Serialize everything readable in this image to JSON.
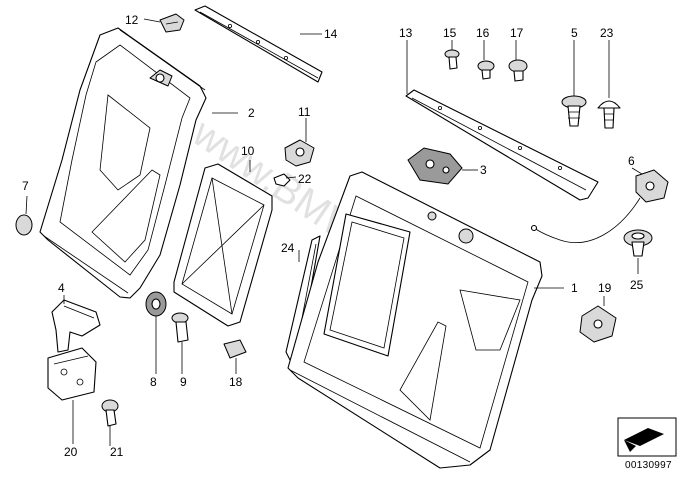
{
  "callouts": {
    "c1": "1",
    "c2": "2",
    "c3": "3",
    "c4": "4",
    "c5": "5",
    "c6": "6",
    "c7": "7",
    "c8": "8",
    "c9": "9",
    "c10": "10",
    "c11": "11",
    "c12": "12",
    "c13": "13",
    "c14": "14",
    "c15": "15",
    "c16": "16",
    "c17": "17",
    "c18": "18",
    "c19": "19",
    "c20": "20",
    "c21": "21",
    "c22": "22",
    "c23": "23",
    "c24": "24",
    "c25": "25"
  },
  "watermark": "www.BMWstore.pl",
  "doc_number": "00130997"
}
